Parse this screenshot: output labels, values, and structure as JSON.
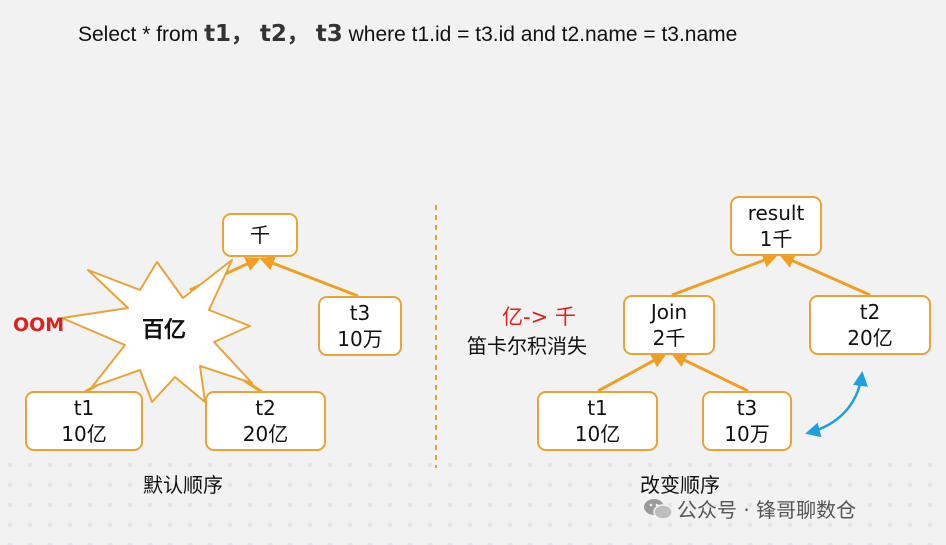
{
  "query": {
    "prefix": "Select * from",
    "t1": "t1",
    "comma1": "，",
    "t2": "t2",
    "comma2": "，",
    "t3": "t3",
    "suffix": "where t1.id = t3.id and t2.name = t3.name"
  },
  "left": {
    "top_node": "千",
    "explosion": "百亿",
    "oom": "OOM",
    "t3": {
      "name": "t3",
      "size": "10万"
    },
    "t1": {
      "name": "t1",
      "size": "10亿"
    },
    "t2": {
      "name": "t2",
      "size": "20亿"
    },
    "caption": "默认顺序"
  },
  "right": {
    "result": {
      "name": "result",
      "size": "1千"
    },
    "join": {
      "name": "Join",
      "size": "2千"
    },
    "t2": {
      "name": "t2",
      "size": "20亿"
    },
    "t1": {
      "name": "t1",
      "size": "10亿"
    },
    "t3": {
      "name": "t3",
      "size": "10万"
    },
    "note_red": "亿-> 千",
    "note": "笛卡尔积消失",
    "caption": "改变顺序"
  },
  "watermark": "公众号 · 锋哥聊数仓",
  "colors": {
    "node_border": "#e9a338",
    "arrow": "#f0a020",
    "oom": "#e0201a",
    "divider": "#f0a020",
    "swap_arrow": "#1ea0e0"
  }
}
